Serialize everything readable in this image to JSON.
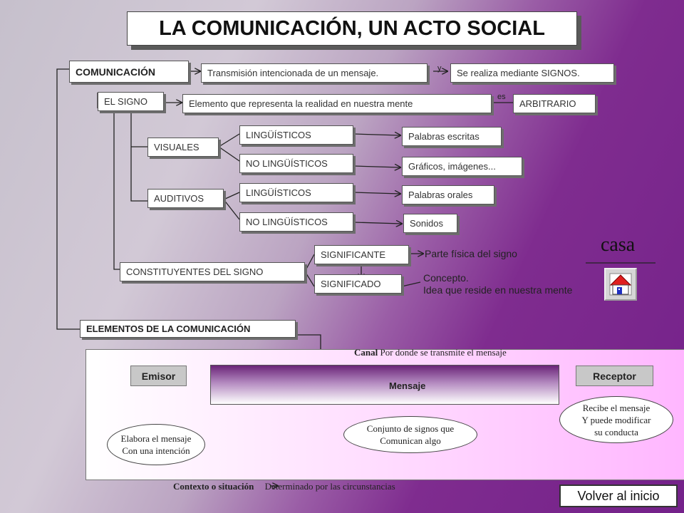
{
  "title": "LA COMUNICACIÓN, UN ACTO SOCIAL",
  "comunicacion": {
    "label": "COMUNICACIÓN",
    "definition": "Transmisión intencionada de un mensaje.",
    "connector": "y",
    "signos": "Se realiza mediante SIGNOS."
  },
  "signo": {
    "label": "EL SIGNO",
    "definition": "Elemento que representa la realidad en nuestra mente",
    "connector": "es",
    "arbitrario": "ARBITRARIO"
  },
  "visuales": {
    "label": "VISUALES",
    "ling": "LINGÜÍSTICOS",
    "noling": "NO LINGÜÍSTICOS",
    "ling_ex": "Palabras escritas",
    "noling_ex": "Gráficos, imágenes..."
  },
  "auditivos": {
    "label": "AUDITIVOS",
    "ling": "LINGÜÍSTICOS",
    "noling": "NO LINGÜÍSTICOS",
    "ling_ex": "Palabras orales",
    "noling_ex": "Sonidos"
  },
  "constituyentes": {
    "label": "CONSTITUYENTES DEL SIGNO",
    "significante": "SIGNIFICANTE",
    "significante_def": "Parte física del signo",
    "significado": "SIGNIFICADO",
    "significado_def_1": "Concepto.",
    "significado_def_2": "Idea que reside en nuestra mente"
  },
  "casa": "casa",
  "elementos": {
    "label": "ELEMENTOS DE LA COMUNICACIÓN",
    "canal_label": "Canal",
    "canal_def": "Por donde se transmite el mensaje",
    "emisor": "Emisor",
    "receptor": "Receptor",
    "mensaje": "Mensaje",
    "emisor_note_1": "Elabora el mensaje",
    "emisor_note_2": "Con una intención",
    "mensaje_note_1": "Conjunto de signos que",
    "mensaje_note_2": "Comunican algo",
    "receptor_note_1": "Recibe el mensaje",
    "receptor_note_2": "Y puede modificar",
    "receptor_note_3": "su conducta",
    "contexto_label": "Contexto o situación",
    "contexto_def": "Determinado por las circunstancias"
  },
  "back_button": "Volver al inicio",
  "icons": {
    "home": "home-icon"
  },
  "colors": {
    "panel_pink": "#ffb6ff",
    "home_roof": "#e02020",
    "home_door": "#2030c0"
  }
}
